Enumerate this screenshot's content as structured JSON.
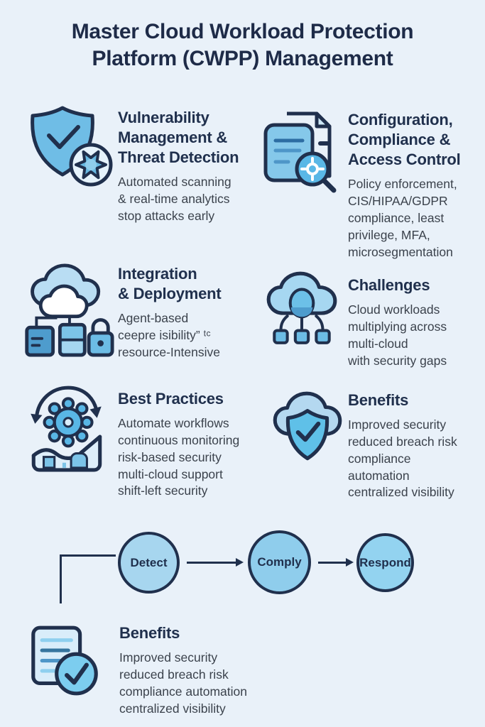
{
  "title": "Master Cloud Workload Protection\nPlatform (CWPP) Management",
  "colors": {
    "background": "#e9f1f9",
    "navy_stroke": "#20304d",
    "heading_text": "#1e2b48",
    "body_text": "#3b424c",
    "icon_blue": "#66b9e3",
    "icon_light_blue": "#b5dcf2",
    "icon_pale_blue": "#e2f1fb",
    "node_fill_detect": "#a7d6ef",
    "node_fill_comply": "#8fcdec",
    "node_fill_respond": "#93d3f0"
  },
  "sections": [
    {
      "icon": "shield-virus-icon",
      "title": "Vulnerability\nManagement &\nThreat Detection",
      "body": "Automated scanning\n& real-time analytics\nstop attacks early"
    },
    {
      "icon": "document-magnifier-icon",
      "title": "Configuration,\nCompliance &\nAccess Control",
      "body": "Policy enforcement,\nCIS/HIPAA/GDPR\ncompliance, least\nprivilege, MFA,\nmicrosegmentation"
    },
    {
      "icon": "cloud-deployment-icon",
      "title": "Integration\n& Deployment",
      "body": "Agent-based\nceepre isibility” ᵗᶜ\nresource-Intensive"
    },
    {
      "icon": "cloud-network-icon",
      "title": "Challenges",
      "body": "Cloud workloads\nmultiplying across\nmulti-cloud\nwith security gaps"
    },
    {
      "icon": "gear-cycle-chart-icon",
      "title": "Best Practices",
      "body": "Automate workflows\ncontinuous monitoring\nrisk-based security\nmulti-cloud support\nshift-left security"
    },
    {
      "icon": "cloud-shield-check-icon",
      "title": "Benefits",
      "body": "Improved security\nreduced breach risk\ncompliance\nautomation\ncentralized visibility"
    }
  ],
  "flow": {
    "nodes": [
      {
        "label": "Detect"
      },
      {
        "label": "Comply"
      },
      {
        "label": "Respond"
      }
    ]
  },
  "footer": {
    "icon": "document-check-icon",
    "title": "Benefits",
    "body": "Improved security\nreduced breach risk\ncompliance automation\ncentralized visibility"
  }
}
